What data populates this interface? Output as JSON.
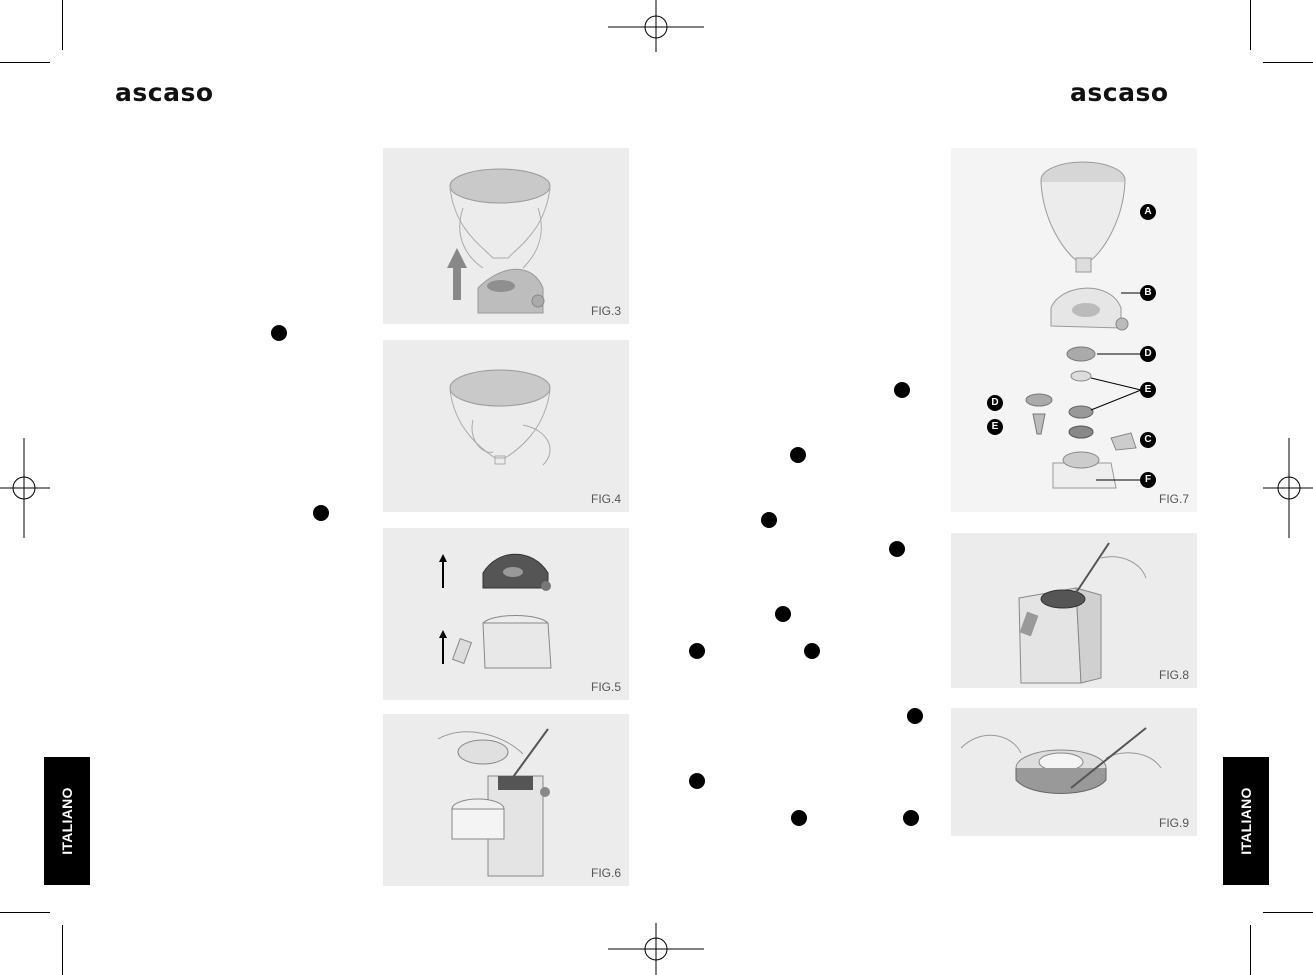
{
  "brand": {
    "left": "ascaso",
    "right": "ascaso"
  },
  "language_tab": {
    "left": "ITALIANO",
    "right": "ITALIANO"
  },
  "figures": {
    "fig3": "FIG.3",
    "fig4": "FIG.4",
    "fig5": "FIG.5",
    "fig6": "FIG.6",
    "fig7": "FIG.7",
    "fig8": "FIG.8",
    "fig9": "FIG.9"
  },
  "fig7_callouts": {
    "a": "A",
    "b": "B",
    "c": "C",
    "d1": "D",
    "d2": "D",
    "e1": "E",
    "e2": "E",
    "f": "F"
  },
  "colors": {
    "tab": "#000000",
    "panel": "#ececec",
    "ink": "#111111"
  }
}
